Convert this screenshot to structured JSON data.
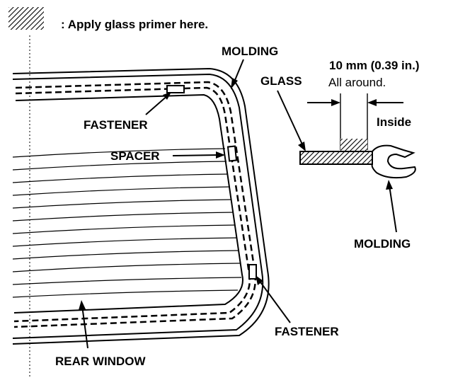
{
  "legend": {
    "text": ": Apply glass primer here."
  },
  "labels": {
    "molding_top": "MOLDING",
    "dimension": "10 mm (0.39 in.)",
    "all_around": "All around.",
    "glass": "GLASS",
    "inside": "Inside",
    "fastener_top": "FASTENER",
    "spacer": "SPACER",
    "molding_right": "MOLDING",
    "fastener_bottom": "FASTENER",
    "rear_window": "REAR WINDOW"
  }
}
